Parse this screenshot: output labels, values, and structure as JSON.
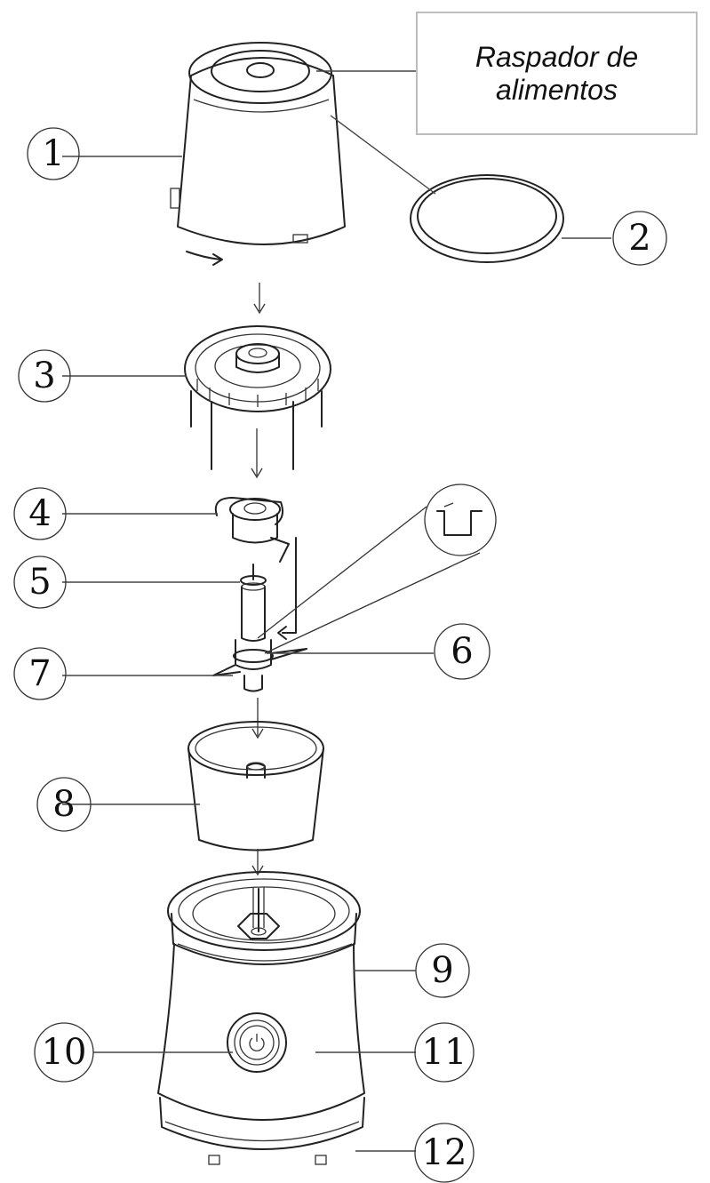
{
  "callout": {
    "line1": "Raspador de",
    "line2": "alimentos"
  },
  "labels": {
    "l1": "1",
    "l2": "2",
    "l3": "3",
    "l4": "4",
    "l5": "5",
    "l6": "6",
    "l7": "7",
    "l8": "8",
    "l9": "9",
    "l10": "10",
    "l11": "11",
    "l12": "12"
  },
  "icons": {
    "power": "power-icon",
    "arrow": "arrow-down-icon"
  }
}
